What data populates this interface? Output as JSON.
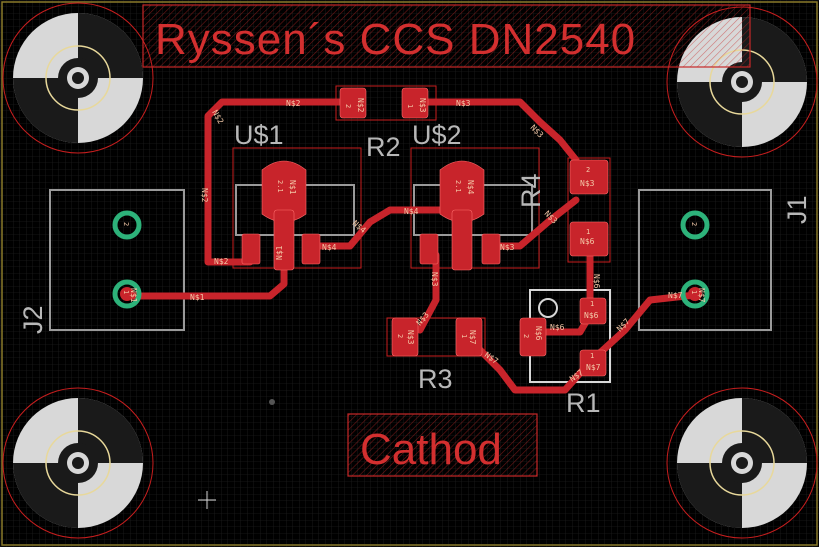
{
  "board": {
    "title": "Ryssen´s  CCS  DN2540",
    "cathode_label": "Cathod"
  },
  "components": {
    "u1": "U$1",
    "u2": "U$2",
    "r1": "R1",
    "r2": "R2",
    "r3": "R3",
    "r4": "R4",
    "j1": "J1",
    "j2": "J2"
  },
  "nets": {
    "n1": "N$1",
    "n2": "N$2",
    "n3": "N$3",
    "n4": "N$4",
    "n6": "N$6",
    "n7": "N$7"
  },
  "pins": {
    "p1": "1",
    "p2": "2",
    "p21": "2.1"
  },
  "colors": {
    "background": "#000000",
    "grid": "#2a2a2a",
    "copper": "#d31f26",
    "outline": "#c81e1e",
    "silk": "#9a9a9a",
    "via": "#2db27a",
    "text": "#c62828"
  }
}
